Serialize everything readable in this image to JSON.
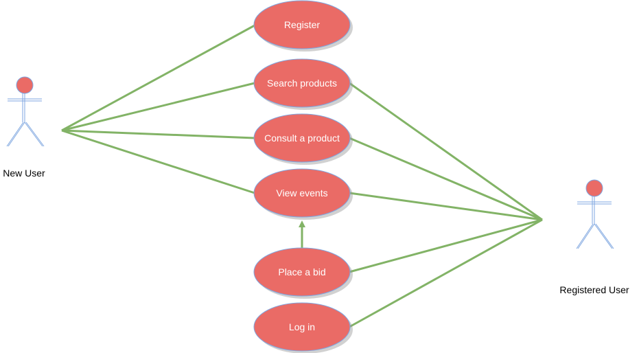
{
  "diagram": {
    "actors": {
      "new_user": {
        "label": "New User"
      },
      "registered_user": {
        "label": "Registered User"
      }
    },
    "use_cases": {
      "register": {
        "label": "Register"
      },
      "search_products": {
        "label": "Search products"
      },
      "consult_product": {
        "label": "Consult a product"
      },
      "view_events": {
        "label": "View events"
      },
      "place_bid": {
        "label": "Place a bid"
      },
      "log_in": {
        "label": "Log in"
      }
    },
    "relationships": [
      {
        "from": "New User",
        "to": "Register"
      },
      {
        "from": "New User",
        "to": "Search products"
      },
      {
        "from": "New User",
        "to": "Consult a product"
      },
      {
        "from": "New User",
        "to": "View events"
      },
      {
        "from": "Registered User",
        "to": "Search products"
      },
      {
        "from": "Registered User",
        "to": "Consult a product"
      },
      {
        "from": "Registered User",
        "to": "View events"
      },
      {
        "from": "Registered User",
        "to": "Place a bid"
      },
      {
        "from": "Registered User",
        "to": "Log in"
      },
      {
        "from": "Place a bid",
        "to": "View events",
        "arrow": true
      }
    ],
    "colors": {
      "use_case_fill": "#EA6B66",
      "use_case_stroke": "#7EA6E0",
      "line": "#82B366",
      "actor_head_fill": "#EA6B66",
      "actor_stroke": "#7EA6E0",
      "shadow": "#999999"
    }
  }
}
